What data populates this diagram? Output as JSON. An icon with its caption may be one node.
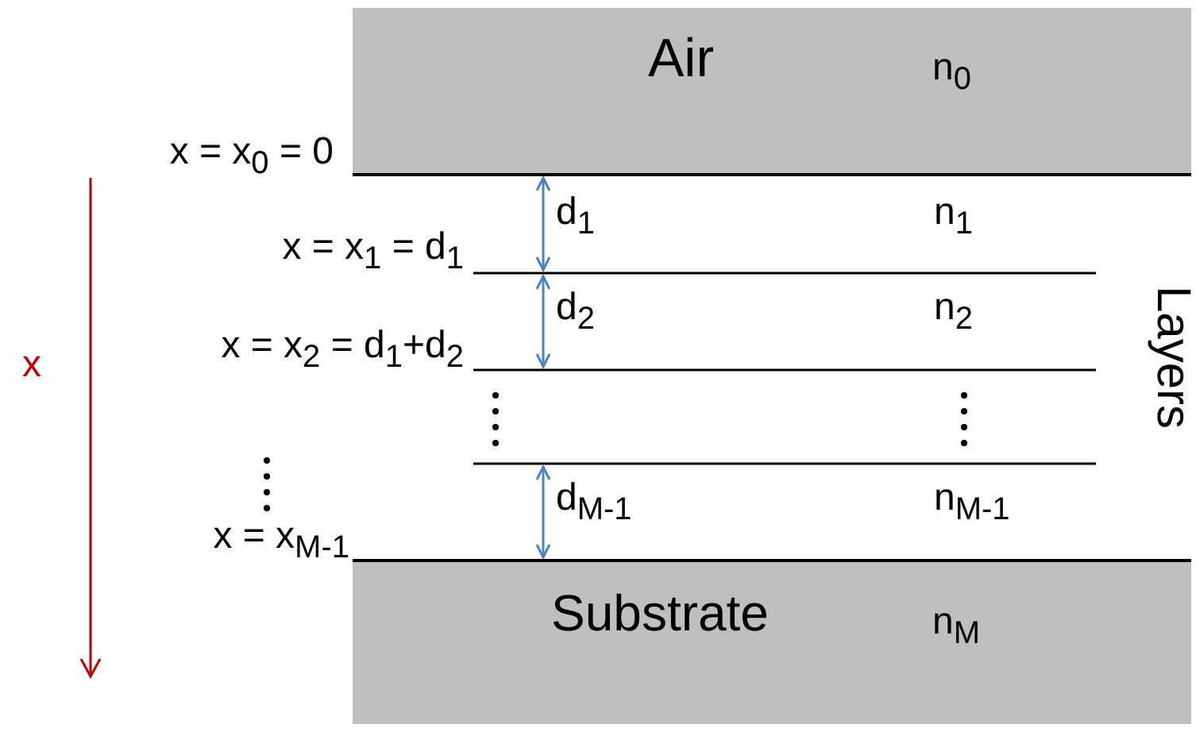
{
  "diagram": {
    "nodes": [
      {
        "text": [
          "Air",
          "n$_{0}$"
        ]
      },
      {
        "text": [
          "Substrate",
          "n$_{M}$"
        ]
      }
    ],
    "edges": [],
    "labels": [
      "x = x$_{0}$ = 0",
      "d$_{1}$",
      "n$_{1}$",
      "x = x$_{1}$ = d$_{1}$",
      "d$_{2}$",
      "n$_{2}$",
      "Layers",
      "x",
      "x = x$_{2}$ = d$_{1}$+d$_{2}$",
      "d$_{M-1}$",
      "n$_{M-1}$",
      "x = x$_{M-1}$"
    ]
  }
}
